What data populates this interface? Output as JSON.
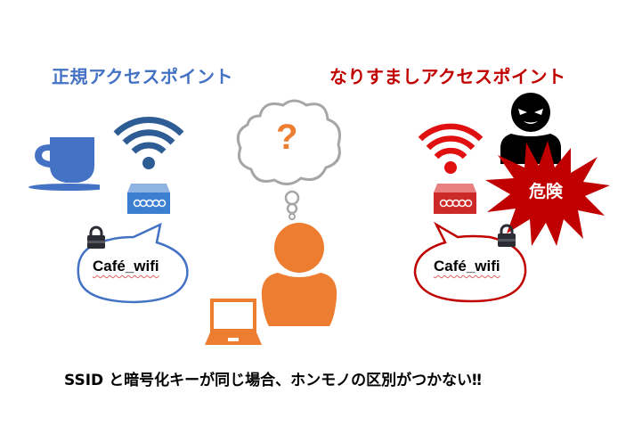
{
  "legit": {
    "title": "正規アクセスポイント",
    "ssid": "Café_wifi",
    "color": "#4472c4",
    "wifi_color": "#2e5c94",
    "icons": [
      "coffee-cup-icon",
      "wifi-icon",
      "router-icon",
      "lock-icon",
      "speech-bubble"
    ]
  },
  "fake": {
    "title": "なりすましアクセスポイント",
    "ssid": "Café_wifi",
    "color": "#c00000",
    "wifi_color": "#e01010",
    "icons": [
      "wifi-icon",
      "router-icon",
      "attacker-icon",
      "danger-burst",
      "lock-icon",
      "speech-bubble"
    ]
  },
  "user": {
    "thought": "?",
    "color": "#ed7d31",
    "cloud_color": "#a6a6a6",
    "icons": [
      "thought-cloud",
      "user-icon",
      "laptop-icon"
    ]
  },
  "danger": {
    "label": "危険",
    "color": "#c00000"
  },
  "caption": "SSID と暗号化キーが同じ場合、ホンモノの区別がつかない‼"
}
